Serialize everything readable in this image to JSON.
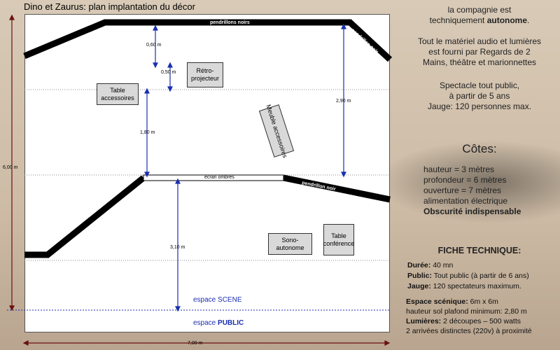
{
  "title": "Dino et Zaurus: plan implantation du décor",
  "labels": {
    "pendrillons_noirs": "pendrillons noirs",
    "pendrillon_noir": "pendrillon noir",
    "ecran_ombres": "écran ombres"
  },
  "dims": {
    "d060": "0,60 m",
    "d050": "0,50 m",
    "d180": "1,80 m",
    "d290": "2,90 m",
    "d310": "3,10 m",
    "d600": "6,00 m",
    "d700": "7,00 m"
  },
  "furniture": {
    "table_accessoires": "Table accessoires",
    "retro_projecteur": "Rétro-projecteur",
    "meuble_accessoires": "Meuble accessoires",
    "sono_autonome": "Sono-autonome",
    "table_conference": "Table conférence"
  },
  "zones": {
    "scene_prefix": "espace",
    "scene": "SCENE",
    "public_prefix": "espace",
    "public": "PUBLIC"
  },
  "info": {
    "line1": "la compagnie est",
    "line2a": "techniquement",
    "line2b": "autonome",
    "materiel1": "Tout le matériel audio et lumières",
    "materiel2": "est fourni par Regards de 2",
    "materiel3": "Mains, théâtre et marionnettes",
    "spectacle1": "Spectacle tout public,",
    "spectacle2": "à partir de 5 ans",
    "spectacle3": "Jauge: 120 personnes max."
  },
  "cotes": {
    "title": "Côtes:",
    "items": [
      "hauteur = 3 mètres",
      "profondeur = 6 mètres",
      "ouverture = 7 mètres",
      "alimentation électrique",
      "Obscurité indispensable"
    ]
  },
  "fiche": {
    "title": "FICHE TECHNIQUE:",
    "duree_label": "Durée:",
    "duree": "40 mn",
    "public_label": "Public:",
    "public": "Tout public (à partir de 6 ans)",
    "jauge_label": "Jauge:",
    "jauge": "120 spectateurs maximum.",
    "espace_label": "Espace scénique:",
    "espace": "6m x 6m",
    "hauteur": "hauteur sol plafond minimum: 2,80 m",
    "lumieres_label": "Lumières:",
    "lumieres": "2 découpes – 500 watts",
    "arrivees": "2 arrivées distinctes (220v) à proximité"
  }
}
